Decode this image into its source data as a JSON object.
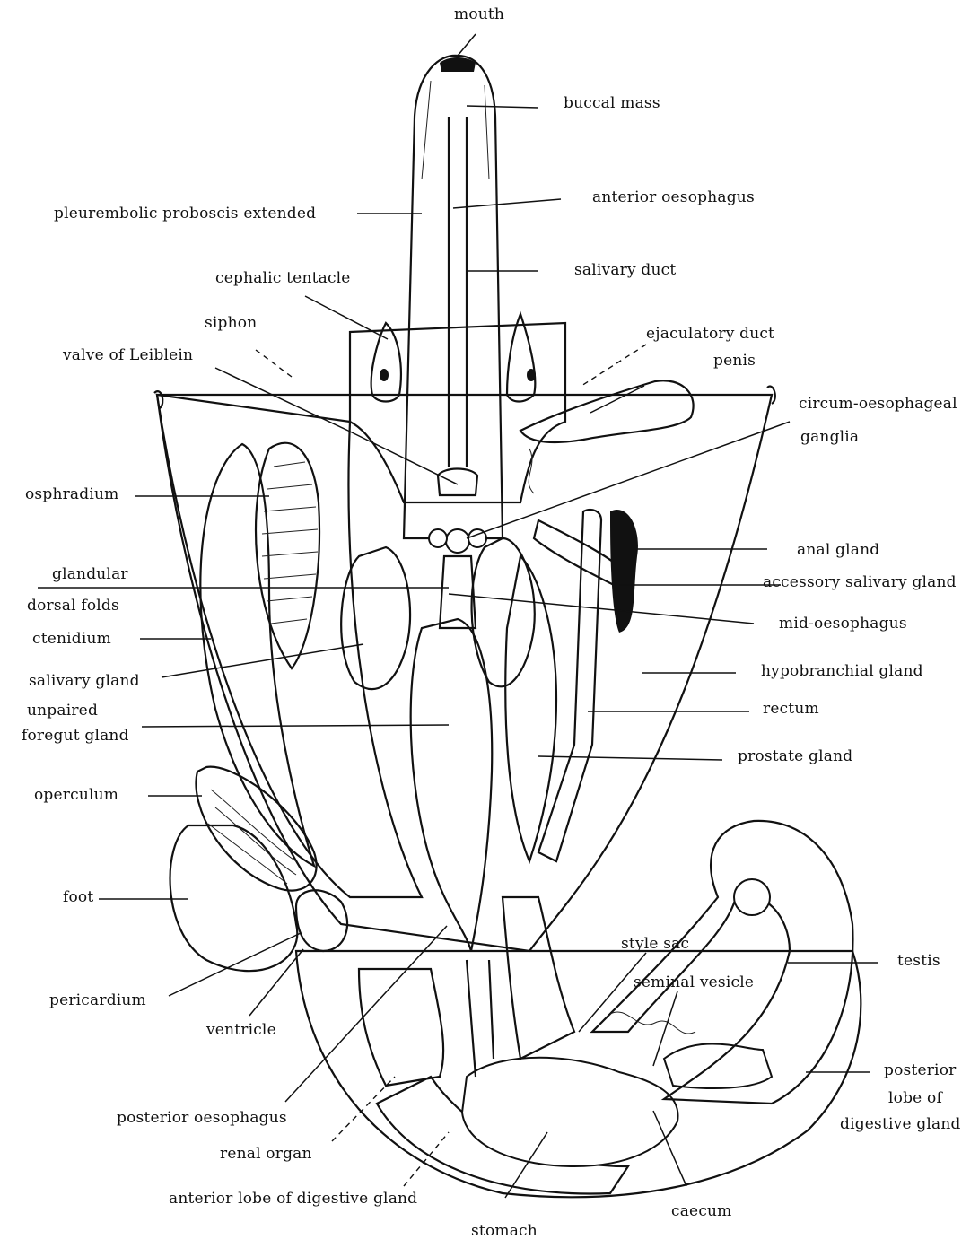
{
  "labels": {
    "mouth": "mouth",
    "buccal_mass": "buccal mass",
    "anterior_oesophagus": "anterior oesophagus",
    "pleurembolic_proboscis": "pleurembolic proboscis extended",
    "salivary_duct": "salivary duct",
    "cephalic_tentacle": "cephalic tentacle",
    "siphon": "siphon",
    "ejaculatory_duct": "ejaculatory duct",
    "valve_of_leiblein": "valve of Leiblein",
    "penis": "penis",
    "circum_oesophageal_1": "circum-oesophageal",
    "circum_oesophageal_2": "ganglia",
    "osphradium": "osphradium",
    "anal_gland": "anal gland",
    "glandular_1": "glandular",
    "glandular_2": "dorsal folds",
    "accessory_salivary_gland": "accessory salivary gland",
    "mid_oesophagus": "mid-oesophagus",
    "ctenidium": "ctenidium",
    "hypobranchial_gland": "hypobranchial gland",
    "salivary_gland": "salivary gland",
    "rectum": "rectum",
    "unpaired_1": "unpaired",
    "unpaired_2": "foregut gland",
    "prostate_gland": "prostate gland",
    "operculum": "operculum",
    "foot": "foot",
    "style_sac": "style sac",
    "testis": "testis",
    "seminal_vesicle": "seminal vesicle",
    "pericardium": "pericardium",
    "ventricle": "ventricle",
    "posterior_lobe_1": "posterior",
    "posterior_lobe_2": "lobe of",
    "posterior_lobe_3": "digestive gland",
    "posterior_oesophagus": "posterior oesophagus",
    "renal_organ": "renal organ",
    "anterior_lobe": "anterior lobe of digestive gland",
    "caecum": "caecum",
    "stomach": "stomach"
  }
}
